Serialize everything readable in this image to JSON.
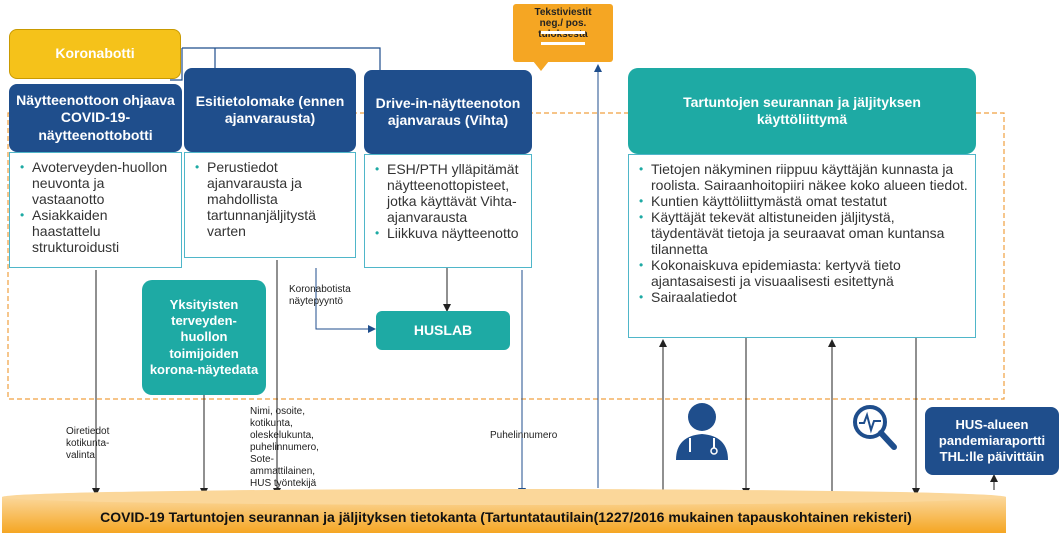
{
  "nodes": {
    "koronabotti": "Koronabotti",
    "naytteenotto_bot": "Näytteenottoon ohjaava COVID-19-näytteenottobotti",
    "esitietolomake": "Esitietolomake (ennen ajanvarausta)",
    "drive_in": "Drive-in-näytteenoton ajanvaraus (Vihta)",
    "tekstiviestit": "Tekstiviestit neg./ pos. tuloksesta",
    "kayttoliittyma": "Tartuntojen seurannan ja jäljityksen käyttöliittymä",
    "yksityiset": "Yksityisten terveyden-huollon toimijoiden korona-näytedata",
    "huslab": "HUSLAB",
    "hus_raportti": "HUS-alueen pandemiaraportti THL:lle päivittäin",
    "tietokanta": "COVID-19 Tartuntojen seurannan ja jäljityksen tietokanta (Tartuntatautilain(1227/2016 mukainen tapauskohtainen rekisteri)"
  },
  "lists": {
    "bot": [
      "Avoterveyden-huollon neuvonta ja vastaanotto",
      "Asiakkaiden haastattelu strukturoidusti"
    ],
    "esitieto": [
      "Perustiedot ajanvarausta ja mahdollista tartunnanjäljitystä varten"
    ],
    "drive": [
      "ESH/PTH ylläpitämät näytteenottopisteet, jotka käyttävät Vihta-ajanvarausta",
      "Liikkuva näytteenotto"
    ],
    "kayttoliittyma": [
      "Tietojen näkyminen riippuu käyttäjän kunnasta ja roolista. Sairaanhoitopiiri näkee koko alueen tiedot.",
      "Kuntien käyttöliittymästä omat testatut",
      "Käyttäjät tekevät altistuneiden jäljitystä, täydentävät tietoja ja seuraavat oman kuntansa tilannetta",
      "Kokonaiskuva epidemiasta: kertyvä tieto ajantasaisesti ja visuaalisesti esitettynä",
      "Sairaalatiedot"
    ]
  },
  "labels": {
    "oiretiedot": "Oiretiedot kotikunta-valinta",
    "nimi": "Nimi, osoite, kotikunta, oleskelukunta, puhelinnumero, Sote-ammattilainen, HUS työntekijä",
    "koronabotista": "Koronabotista näytepyyntö",
    "puhelinnumero": "Puhelinnumero"
  },
  "colors": {
    "navy": "#1f4e8c",
    "teal": "#1eaaa4",
    "yellow": "#f5c21a",
    "orange_dash": "#f0a040",
    "db_orange": "#f7b84a"
  }
}
